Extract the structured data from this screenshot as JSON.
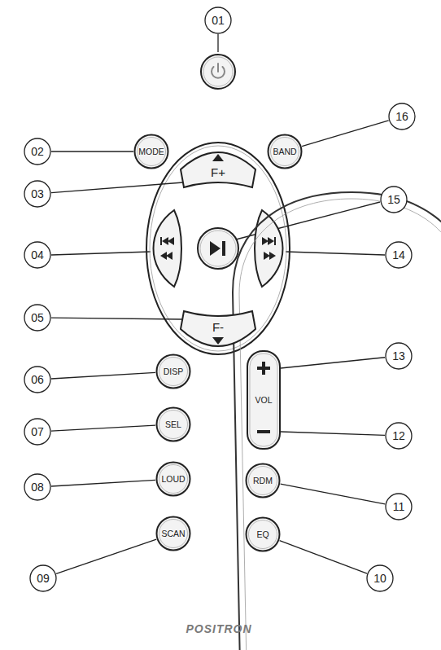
{
  "diagram": {
    "nodes": [
      {
        "text": [
          "POSITRON"
        ]
      },
      {
        "text": [
          "MODE"
        ],
        "in": 0
      },
      {
        "text": [
          "BAND"
        ],
        "in": 0
      },
      {
        "text": [
          "F+"
        ],
        "in": 0
      },
      {
        "text": [
          "F-"
        ],
        "in": 0
      },
      {
        "text": [
          "DISP"
        ],
        "in": 0
      },
      {
        "text": [
          "VOL"
        ],
        "in": 0
      },
      {
        "text": [
          "SEL"
        ],
        "in": 0
      },
      {
        "text": [
          "LOUD"
        ],
        "in": 0
      },
      {
        "text": [
          "RDM"
        ],
        "in": 0
      },
      {
        "text": [
          "SCAN"
        ],
        "in": 0
      },
      {
        "text": [
          "EQ"
        ],
        "in": 0
      },
      {
        "text": [
          "01"
        ]
      },
      {
        "text": [
          "02"
        ]
      },
      {
        "text": [
          "03"
        ]
      },
      {
        "text": [
          "04"
        ]
      },
      {
        "text": [
          "05"
        ]
      },
      {
        "text": [
          "06"
        ]
      },
      {
        "text": [
          "07"
        ]
      },
      {
        "text": [
          "08"
        ]
      },
      {
        "text": [
          "09"
        ]
      },
      {
        "text": [
          "10"
        ]
      },
      {
        "text": [
          "11"
        ]
      },
      {
        "text": [
          "12"
        ]
      },
      {
        "text": [
          "13"
        ]
      },
      {
        "text": [
          "14"
        ]
      },
      {
        "text": [
          "15"
        ]
      },
      {
        "text": [
          "16"
        ]
      }
    ],
    "edges": [
      {
        "from": 13,
        "to": 1,
        "arrow": "none"
      },
      {
        "from": 14,
        "to": 3,
        "arrow": "none"
      },
      {
        "from": 16,
        "to": 4,
        "arrow": "none"
      },
      {
        "from": 17,
        "to": 5,
        "arrow": "none"
      },
      {
        "from": 18,
        "to": 7,
        "arrow": "none"
      },
      {
        "from": 19,
        "to": 8,
        "arrow": "none"
      },
      {
        "from": 20,
        "to": 10,
        "arrow": "none"
      },
      {
        "from": 21,
        "to": 11,
        "arrow": "none"
      },
      {
        "from": 22,
        "to": 9,
        "arrow": "none"
      },
      {
        "from": 23,
        "to": 6,
        "arrow": "none"
      },
      {
        "from": 24,
        "to": 6,
        "arrow": "none"
      },
      {
        "from": 27,
        "to": 2,
        "arrow": "none"
      }
    ]
  }
}
